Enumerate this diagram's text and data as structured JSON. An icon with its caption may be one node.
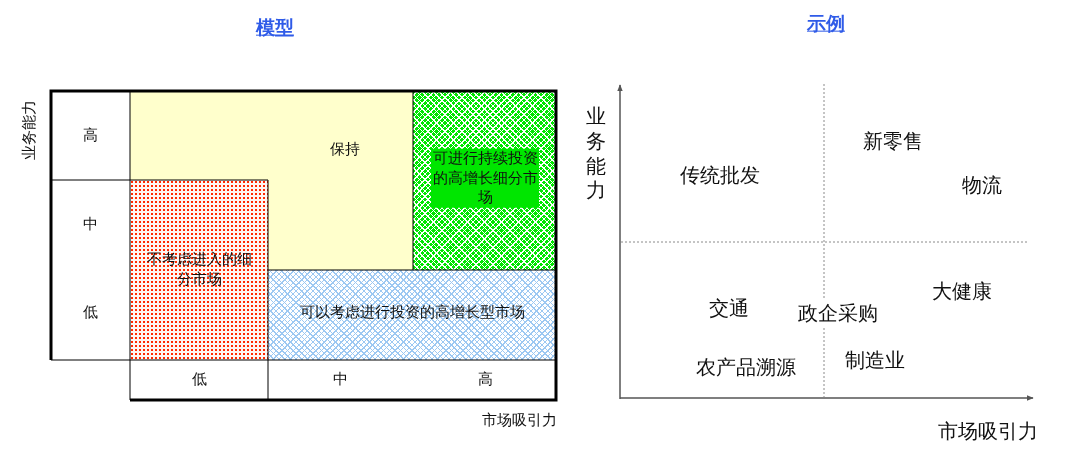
{
  "diagram": {
    "nodes": [
      {
        "text": [
          "高"
        ]
      },
      {
        "text": [
          "保持"
        ]
      },
      {
        "text": [
          "可进行持续投资的高增长细分市场"
        ]
      },
      {
        "text": [
          "中",
          "低"
        ]
      },
      {
        "text": [
          "不考虑进入的细分市场"
        ]
      },
      {
        "text": [
          "可以考虑进行投资的高增长型市场"
        ]
      },
      {
        "text": [
          "低"
        ]
      },
      {
        "text": [
          "中",
          "高"
        ]
      }
    ],
    "edges": [],
    "labels": [
      "模型",
      "示例",
      "业务能力",
      "市场吸引力",
      "业务能力",
      "新零售",
      "传统批发",
      "物流",
      "大健康",
      "交通",
      "政企采购",
      "农产品溯源",
      "制造业",
      "市场吸引力"
    ]
  }
}
